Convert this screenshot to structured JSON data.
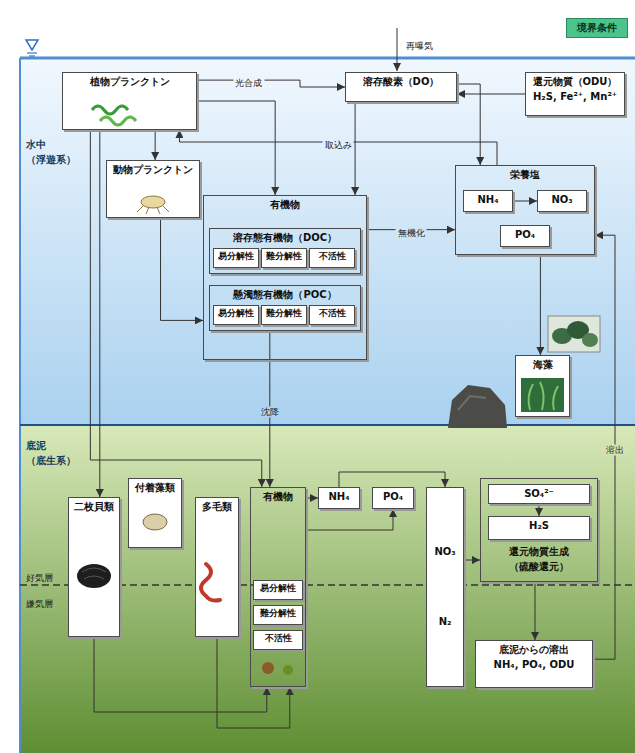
{
  "diagram": {
    "nodes": [
      {
        "text": [
          "水中",
          "（浮遊系）"
        ]
      },
      {
        "text": [
          "植物プランクトン"
        ],
        "in": 0
      },
      {
        "text": [
          "動物プランクトン"
        ],
        "in": 0
      },
      {
        "text": [
          "有機物"
        ],
        "in": 0
      },
      {
        "text": [
          "溶存態有機物（DOC）"
        ],
        "in": 3
      },
      {
        "text": [
          "易分解性"
        ],
        "in": 4
      },
      {
        "text": [
          "難分解性"
        ],
        "in": 4
      },
      {
        "text": [
          "不活性"
        ],
        "in": 4
      },
      {
        "text": [
          "懸濁態有機物（POC）"
        ],
        "in": 3
      },
      {
        "text": [
          "易分解性"
        ],
        "in": 8
      },
      {
        "text": [
          "難分解性"
        ],
        "in": 8
      },
      {
        "text": [
          "不活性"
        ],
        "in": 8
      },
      {
        "text": [
          "溶存酸素（DO）"
        ],
        "in": 0
      },
      {
        "text": [
          "還元物質（ODU）",
          "H₂S, Fe²⁺, Mn²⁺"
        ],
        "in": 0
      },
      {
        "text": [
          "栄養塩"
        ],
        "in": 0
      },
      {
        "text": [
          "NH₄"
        ],
        "in": 14
      },
      {
        "text": [
          "NO₃"
        ],
        "in": 14
      },
      {
        "text": [
          "PO₄"
        ],
        "in": 14
      },
      {
        "text": [
          "海藻"
        ],
        "in": 0
      },
      {
        "text": [
          "底泥",
          "（底生系）"
        ]
      },
      {
        "text": [
          "二枚貝類"
        ],
        "in": 19
      },
      {
        "text": [
          "付着藻類"
        ],
        "in": 19
      },
      {
        "text": [
          "多毛類"
        ],
        "in": 19
      },
      {
        "text": [
          "有機物"
        ],
        "in": 19
      },
      {
        "text": [
          "易分解性"
        ],
        "in": 23
      },
      {
        "text": [
          "難分解性"
        ],
        "in": 23
      },
      {
        "text": [
          "不活性"
        ],
        "in": 23
      },
      {
        "text": [
          "NH₄"
        ],
        "in": 19
      },
      {
        "text": [
          "PO₄"
        ],
        "in": 19
      },
      {
        "text": [
          "NO₃",
          "N₂"
        ],
        "in": 19
      },
      {
        "text": [
          "還元物質生成",
          "（硫酸還元）"
        ],
        "in": 19
      },
      {
        "text": [
          "SO₄²⁻"
        ],
        "in": 30
      },
      {
        "text": [
          "H₂S"
        ],
        "in": 30
      },
      {
        "text": [
          "底泥からの溶出",
          "NH₄, PO₄, ODU"
        ],
        "in": 19
      },
      {
        "text": [
          "境界条件"
        ]
      }
    ],
    "edges": [
      {
        "from": 1,
        "to": 2,
        "arrow": "to"
      },
      {
        "from": 1,
        "to": 3,
        "arrow": "to"
      },
      {
        "from": 2,
        "to": 3,
        "arrow": "to"
      },
      {
        "from": 14,
        "to": 1,
        "arrow": "to",
        "label": "取込み"
      },
      {
        "from": 12,
        "to": 3,
        "arrow": "to"
      },
      {
        "from": 12,
        "to": 14,
        "arrow": "to"
      },
      {
        "from": 3,
        "to": 14,
        "arrow": "to",
        "label": "無機化"
      },
      {
        "from": 13,
        "to": 12,
        "arrow": "to"
      },
      {
        "from": 15,
        "to": 16,
        "arrow": "to"
      },
      {
        "from": 14,
        "to": 18,
        "arrow": "to"
      },
      {
        "from": 8,
        "to": 23,
        "arrow": "to",
        "label": "沈降"
      },
      {
        "from": 1,
        "to": 23,
        "arrow": "to"
      },
      {
        "from": 1,
        "to": 20,
        "arrow": "to"
      },
      {
        "from": 20,
        "to": 23,
        "arrow": "to"
      },
      {
        "from": 22,
        "to": 23,
        "arrow": "to"
      },
      {
        "from": 23,
        "to": 27,
        "arrow": "to"
      },
      {
        "from": 23,
        "to": 28,
        "arrow": "to"
      },
      {
        "from": 27,
        "to": 29,
        "arrow": "to"
      },
      {
        "from": 33,
        "to": 14,
        "arrow": "to",
        "label": "溶出"
      },
      {
        "from": 30,
        "to": 33,
        "arrow": "to"
      },
      {
        "from": 29,
        "to": 30,
        "arrow": "to"
      },
      {
        "from": 31,
        "to": 32,
        "arrow": "to"
      },
      {
        "from": 1,
        "to": 12,
        "arrow": "to",
        "label": "光合成"
      }
    ],
    "labels": [
      "再曝気",
      "好気層",
      "嫌気層"
    ]
  }
}
